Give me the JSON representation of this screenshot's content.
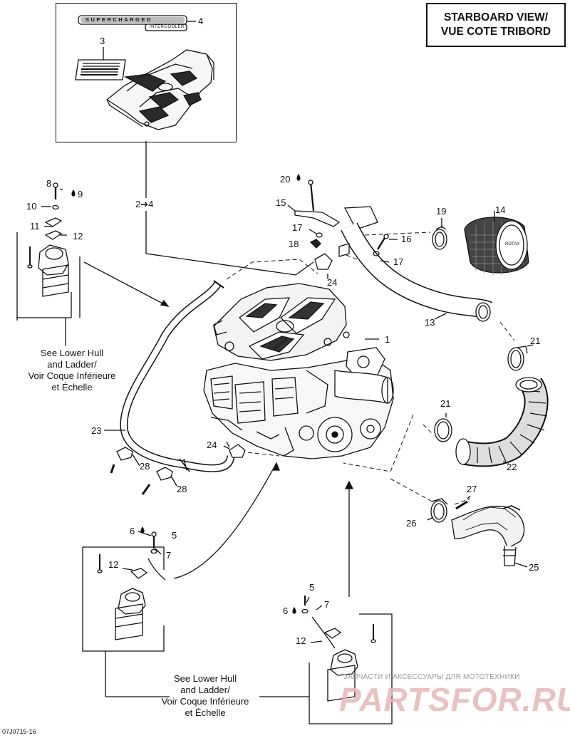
{
  "title": {
    "line1": "STARBOARD VIEW/",
    "line2": "VUE COTE TRIBORD"
  },
  "notes": {
    "top": [
      "See Lower Hull",
      "and Ladder/",
      "Voir Coque Inférieure",
      "et Échelle"
    ],
    "bottom": [
      "See Lower Hull",
      "and Ladder/",
      "Voir Coque Inférieure",
      "et Échelle"
    ]
  },
  "labels": {
    "l1": "1",
    "l2to4": "2➔4",
    "l3": "3",
    "l4": "4",
    "l5a": "5",
    "l5b": "5",
    "l6a": "6",
    "l6b": "6",
    "l7a": "7",
    "l7b": "7",
    "l8": "8",
    "l9": "9",
    "l10": "10",
    "l11": "11",
    "l12a": "12",
    "l12b": "12",
    "l12c": "12",
    "l13": "13",
    "l14": "14",
    "l15": "15",
    "l16": "16",
    "l17a": "17",
    "l17b": "17",
    "l18": "18",
    "l19": "19",
    "l20": "20",
    "l21a": "21",
    "l21b": "21",
    "l22": "22",
    "l23": "23",
    "l24a": "24",
    "l24b": "24",
    "l25": "25",
    "l26": "26",
    "l27": "27",
    "l28a": "28",
    "l28b": "28"
  },
  "drawing_code": "07J0715-16",
  "part_text": {
    "cover_plate": "SUPERCHARGED",
    "intercooler": "INTERCOOLER",
    "filter": "ROTAX",
    "engine": "ROTAX"
  },
  "watermark": {
    "caption": "ЗАПЧАСТИ И АКСЕССУАРЫ ДЛЯ МОТОТЕХНИКИ",
    "brand": "PARTSFOR.RU"
  },
  "icons": {
    "drop": "liquid-drop-icon",
    "arrow": "right-arrow-icon"
  }
}
